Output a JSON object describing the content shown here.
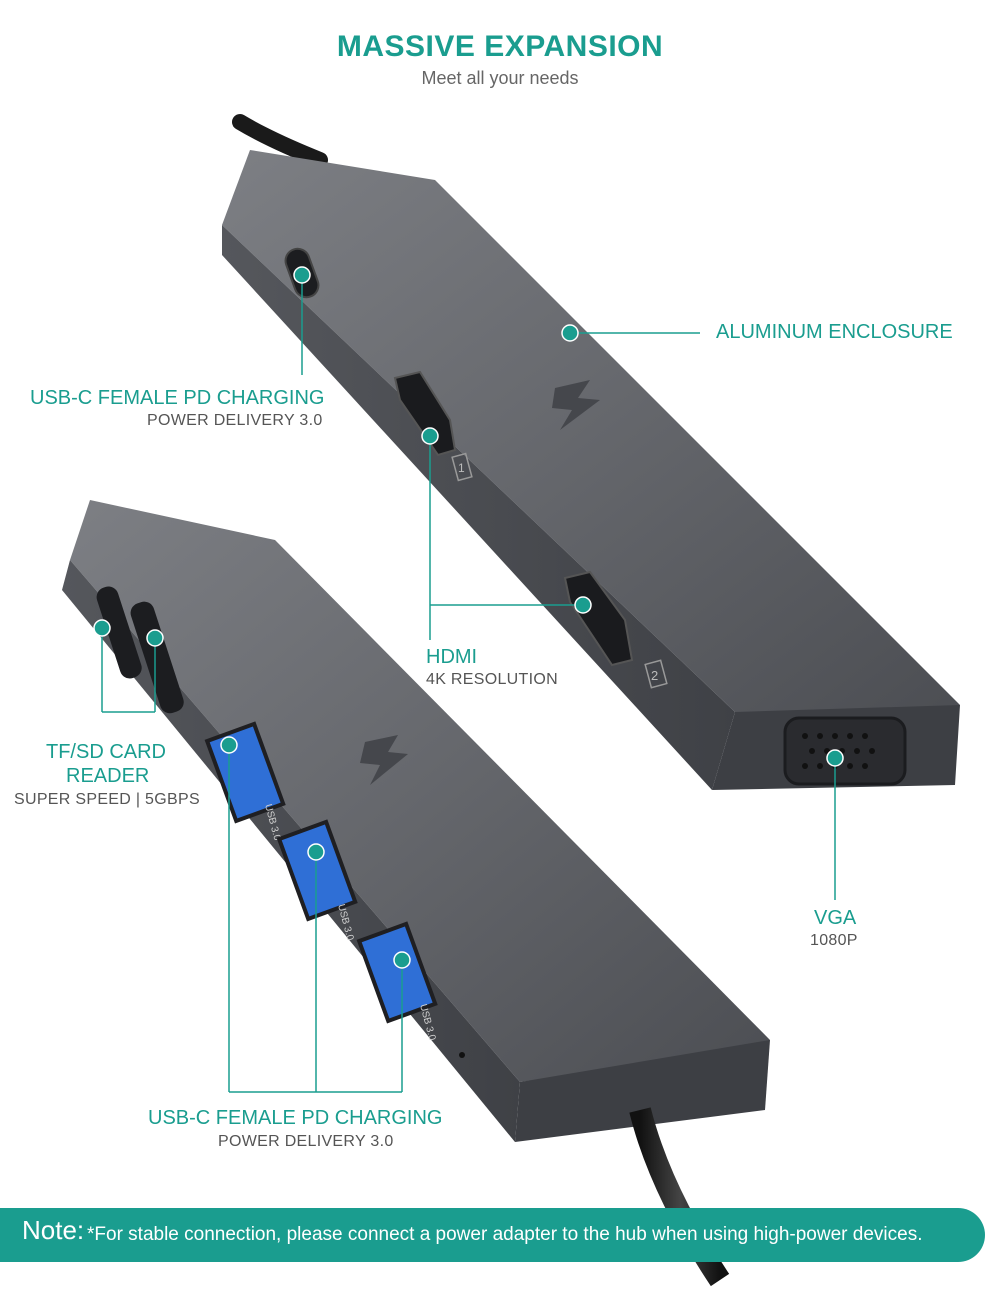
{
  "header": {
    "title": "MASSIVE EXPANSION",
    "subtitle": "Meet all your needs"
  },
  "callouts": {
    "aluminum": {
      "title": "ALUMINUM ENCLOSURE"
    },
    "usbc_top": {
      "title": "USB-C FEMALE PD CHARGING",
      "subtitle": "POWER DELIVERY 3.0"
    },
    "hdmi": {
      "title": "HDMI",
      "subtitle": "4K RESOLUTION"
    },
    "card_reader": {
      "title_line1": "TF/SD CARD",
      "title_line2": "READER",
      "subtitle": "SUPER SPEED | 5GBPS"
    },
    "vga": {
      "title": "VGA",
      "subtitle": "1080P"
    },
    "usbc_bottom": {
      "title": "USB-C FEMALE PD CHARGING",
      "subtitle": "POWER DELIVERY 3.0"
    }
  },
  "port_markings": {
    "hdmi_1": "1",
    "hdmi_2": "2",
    "usb_port": "USB 3.0"
  },
  "note": {
    "label": "Note:",
    "text": "*For stable connection, please connect a power adapter to the hub when using high-power devices."
  },
  "colors": {
    "accent": "#1a9d8f",
    "device_body": "#5f6166",
    "usb_blue": "#2f6fd6"
  }
}
